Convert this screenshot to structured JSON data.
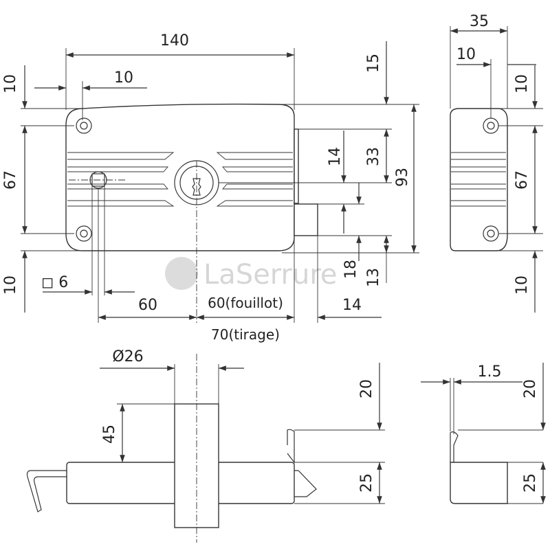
{
  "drawing": {
    "watermark_text": "LaSerrure",
    "front_view": {
      "width_label": "140",
      "left_offset_label": "10",
      "top_margin_label": "10",
      "hole_spacing_label": "67",
      "bottom_margin_label": "10",
      "square_label": "◻ 6",
      "backset_label": "60",
      "fouillot_label": "60(fouillot)",
      "tirage_label": "70(tirage)",
      "right_offset_label": "14",
      "top_to_cyl_label": "15",
      "cyl_to_bolt_label": "33",
      "total_height_label": "93",
      "bolt_height_label": "14",
      "bolt_offset_label": "18",
      "bottom_offset_label": "13"
    },
    "side_view": {
      "depth_label": "35",
      "hole_offset_label": "10",
      "top_margin_label": "10",
      "hole_spacing_label": "67",
      "bottom_margin_label": "10"
    },
    "bottom_view": {
      "cylinder_diameter_label": "Ø26",
      "cylinder_projection_label": "45",
      "top_label": "20",
      "body_label": "25"
    },
    "bottom_side_view": {
      "thickness_label": "1.5",
      "top_label": "20",
      "body_label": "25"
    }
  }
}
